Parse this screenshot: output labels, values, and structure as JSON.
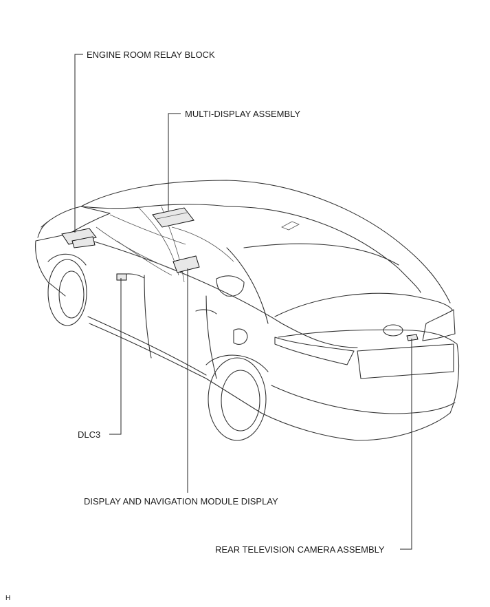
{
  "labels": {
    "engine_room_relay_block": "ENGINE ROOM RELAY BLOCK",
    "multi_display_assembly": "MULTI-DISPLAY ASSEMBLY",
    "dlc3": "DLC3",
    "display_navigation_module": "DISPLAY AND NAVIGATION MODULE DISPLAY",
    "rear_tv_camera": "REAR TELEVISION CAMERA ASSEMBLY",
    "corner_mark": "H"
  },
  "colors": {
    "line": "#222222",
    "background": "#ffffff"
  }
}
